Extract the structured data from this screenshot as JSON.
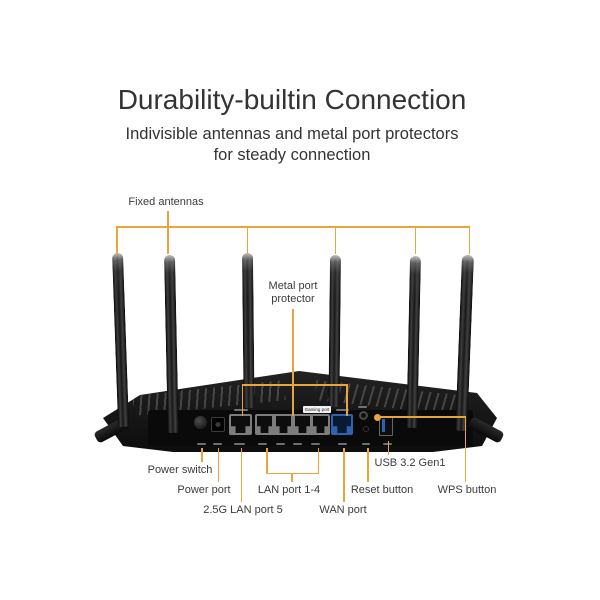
{
  "page": {
    "title": "Durability-builtin Connection",
    "subtitle_line1": "Indivisible antennas and metal port protectors",
    "subtitle_line2": "for steady connection"
  },
  "colors": {
    "callout_line": "#E9A43C",
    "heading_text": "#333333",
    "label_text": "#3B3B3B",
    "wan_port_blue": "#2E64AE",
    "usb_port_blue": "#2E64AE",
    "background": "#FFFFFF"
  },
  "labels": {
    "fixed_antennas": "Fixed antennas",
    "metal_port_protector": "Metal port protector",
    "power_switch": "Power switch",
    "power_port": "Power port",
    "lan_5": "2.5G LAN port 5",
    "lan_1_4": "LAN port 1-4",
    "wan": "WAN port",
    "reset": "Reset button",
    "usb": "USB 3.2 Gen1",
    "wps": "WPS button"
  },
  "device": {
    "gaming_port_badge": "Gaming port",
    "antenna_count": 6
  }
}
